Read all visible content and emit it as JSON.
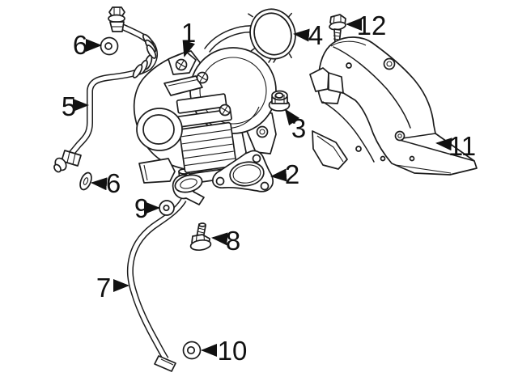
{
  "diagram": {
    "kind": "exploded-parts-diagram",
    "subject": "turbocharger-and-mounting-components",
    "background_color": "#ffffff",
    "line_color": "#1c1c1c"
  },
  "callouts": [
    {
      "num": "1",
      "part": "turbocharger-assembly"
    },
    {
      "num": "2",
      "part": "turbo-outlet-gasket"
    },
    {
      "num": "3",
      "part": "mounting-flange-nut"
    },
    {
      "num": "4",
      "part": "exhaust-seal-ring"
    },
    {
      "num": "5",
      "part": "oil-feed-line"
    },
    {
      "num": "6",
      "part": "sealing-washer-feed-upper"
    },
    {
      "num": "6",
      "part": "sealing-washer-feed-lower"
    },
    {
      "num": "7",
      "part": "oil-return-line"
    },
    {
      "num": "8",
      "part": "return-line-flange-bolt"
    },
    {
      "num": "9",
      "part": "sealing-washer-return-upper"
    },
    {
      "num": "10",
      "part": "sealing-washer-return-lower"
    },
    {
      "num": "11",
      "part": "turbo-heat-shield"
    },
    {
      "num": "12",
      "part": "heat-shield-bolt"
    }
  ]
}
